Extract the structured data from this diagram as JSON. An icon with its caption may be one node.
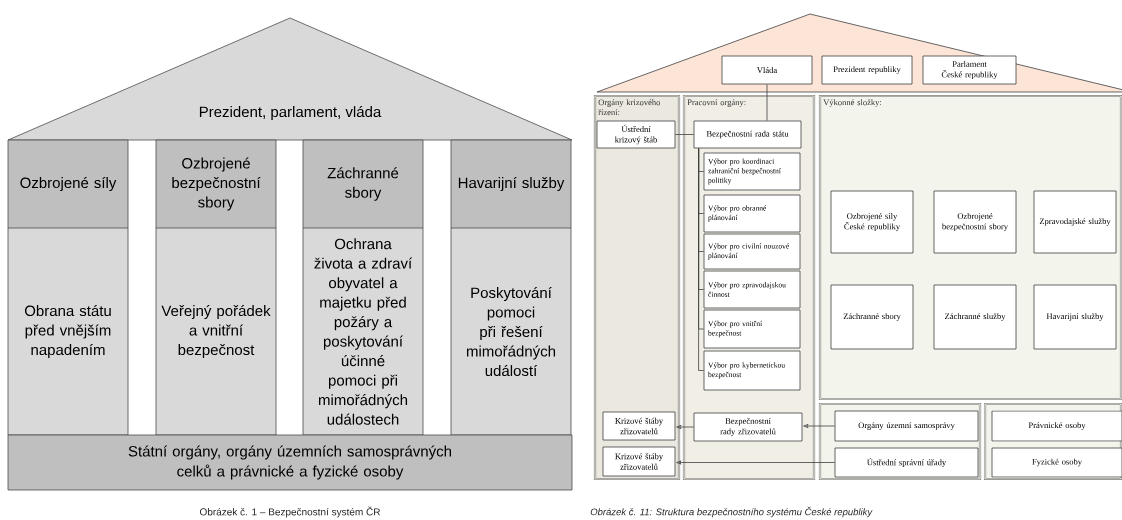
{
  "diagram": {
    "nodes": [
      {
        "text": [
          "Prezident, parlament, vláda"
        ]
      },
      {
        "text": [
          "Ozbrojené síly",
          "Obrana státu před vnějším napadením"
        ]
      },
      {
        "text": [
          "Ozbrojené bezpečnostní sbory",
          "Veřejný pořádek a vnitřní bezpečnost"
        ]
      },
      {
        "text": [
          "Záchranné sbory",
          "Ochrana života a zdraví obyvatel a majetku před požáry a poskytování účinné pomoci při mimořádných událostech"
        ]
      },
      {
        "text": [
          "Havarijní služby",
          "Poskytování pomoci při řešení mimořádných událostí"
        ]
      },
      {
        "text": [
          "Státní orgány, orgány územních samosprávných celků a právnické a fyzické osoby"
        ]
      },
      {
        "text": [],
        "shape": "triangle"
      },
      {
        "text": [
          "Vláda"
        ],
        "in": 6
      },
      {
        "text": [
          "Prezident republiky"
        ],
        "in": 6
      },
      {
        "text": [
          "Parlament České republiky"
        ],
        "in": 6
      },
      {
        "text": [
          "Orgány krizového řízení:"
        ]
      },
      {
        "text": [
          "Ústřední krizový štáb"
        ],
        "in": 10
      },
      {
        "text": [
          "Krizové štáby zřizovatelů"
        ],
        "in": 10
      },
      {
        "text": [
          "Krizové štáby zřizovatelů"
        ],
        "in": 10
      },
      {
        "text": [
          "Pracovní orgány:"
        ]
      },
      {
        "text": [
          "Bezpečnostní rada státu"
        ],
        "in": 14
      },
      {
        "text": [
          "Výbor pro koordinaci zahraniční bezpečnostní politiky"
        ],
        "in": 14
      },
      {
        "text": [
          "Výbor pro obranné plánování"
        ],
        "in": 14
      },
      {
        "text": [
          "Výbor pro civilní nouzové plánování"
        ],
        "in": 14
      },
      {
        "text": [
          "Výbor pro zpravodajskou činnost"
        ],
        "in": 14
      },
      {
        "text": [
          "Výbor pro vnitřní bezpečnost"
        ],
        "in": 14
      },
      {
        "text": [
          "Výbor pro kybernetickou bezpečnost"
        ],
        "in": 14
      },
      {
        "text": [
          "Bezpečnostní rady zřizovatelů"
        ],
        "in": 14
      },
      {
        "text": [
          "Výkonné složky:"
        ]
      },
      {
        "text": [
          "Ozbrojené síly České republiky"
        ],
        "in": 23
      },
      {
        "text": [
          "Ozbrojené bezpečnostní sbory"
        ],
        "in": 23
      },
      {
        "text": [
          "Zpravodajské služby"
        ],
        "in": 23
      },
      {
        "text": [
          "Záchranné sbory"
        ],
        "in": 23
      },
      {
        "text": [
          "Záchranné služby"
        ],
        "in": 23
      },
      {
        "text": [
          "Havarijní služby"
        ],
        "in": 23
      },
      {
        "text": [],
        "shape": "box"
      },
      {
        "text": [
          "Orgány územní samosprávy"
        ],
        "in": 30
      },
      {
        "text": [
          "Ústřední správní úřady"
        ],
        "in": 30
      },
      {
        "text": [],
        "shape": "box"
      },
      {
        "text": [
          "Právnické osoby"
        ],
        "in": 33
      },
      {
        "text": [
          "Fyzické osoby"
        ],
        "in": 33
      }
    ],
    "edges": [
      {
        "from": 7,
        "to": 15,
        "arrow": "none"
      },
      {
        "from": 11,
        "to": 15,
        "arrow": "none"
      },
      {
        "from": 15,
        "to": 16,
        "arrow": "none"
      },
      {
        "from": 15,
        "to": 17,
        "arrow": "none"
      },
      {
        "from": 15,
        "to": 18,
        "arrow": "none"
      },
      {
        "from": 15,
        "to": 19,
        "arrow": "none"
      },
      {
        "from": 15,
        "to": 20,
        "arrow": "none"
      },
      {
        "from": 15,
        "to": 21,
        "arrow": "none"
      },
      {
        "from": 31,
        "to": 22,
        "arrow": "to"
      },
      {
        "from": 22,
        "to": 12,
        "arrow": "to"
      },
      {
        "from": 32,
        "to": 13,
        "arrow": "to"
      }
    ],
    "labels": [
      "Obrázek č. 1 – Bezpečnostní systém ČR",
      "*Obrázek č. 11: Struktura bezpečnostního systému České republiky*"
    ]
  }
}
